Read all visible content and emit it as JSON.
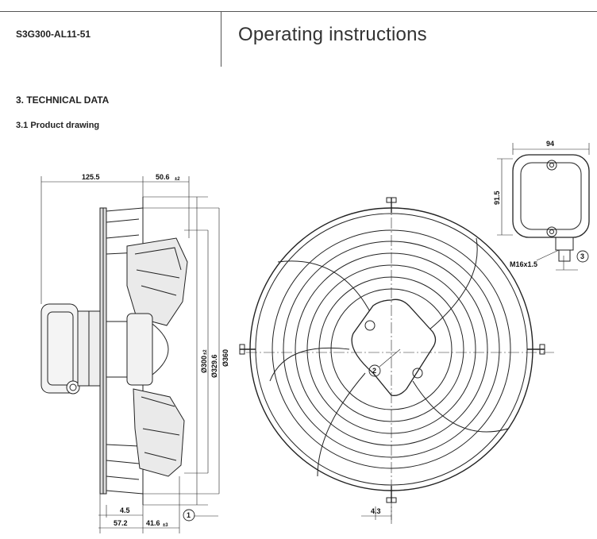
{
  "header": {
    "model": "S3G300-AL11-51",
    "title": "Operating instructions"
  },
  "section": {
    "heading": "3. TECHNICAL DATA",
    "subheading": "3.1 Product drawing"
  },
  "dimensions": {
    "depth_total": "125.5",
    "depth_front": "50.6",
    "depth_front_tol": "±2",
    "dia_inner": "Ø300",
    "dia_inner_tol": "±2",
    "dia_mid": "Ø329.6",
    "dia_outer": "Ø360",
    "flange": "4.5",
    "rear": "57.2",
    "front_bottom": "41.6",
    "front_bottom_tol": "±3",
    "front_offset": "4.3",
    "box_width": "94",
    "box_height": "91.5",
    "gland": "M16x1.5"
  },
  "callouts": {
    "c1": "1",
    "c2": "2",
    "c3": "3"
  }
}
